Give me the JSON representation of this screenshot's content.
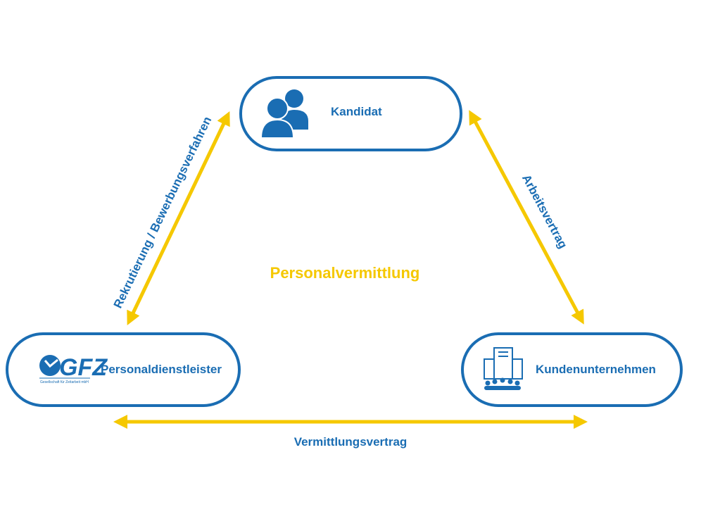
{
  "colors": {
    "primary": "#1a6db3",
    "accent": "#f5c800",
    "background": "#ffffff"
  },
  "center_title": "Personalvermittlung",
  "nodes": {
    "top": {
      "label": "Kandidat",
      "icon": "people-icon"
    },
    "left": {
      "label": "Personaldienstleister",
      "icon": "gfz-logo",
      "logo_text": "GFZ",
      "logo_subtitle": "Gesellschaft für Zeitarbeit mbH"
    },
    "right": {
      "label": "Kundenunternehmen",
      "icon": "company-building-icon"
    }
  },
  "edges": {
    "left": {
      "label": "Rekrutierung / Bewerbungsverfahren"
    },
    "right": {
      "label": "Arbeitsvertrag"
    },
    "bottom": {
      "label": "Vermittlungsvertrag"
    }
  }
}
